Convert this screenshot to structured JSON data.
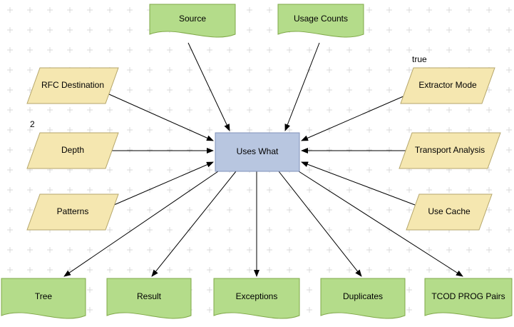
{
  "diagram": {
    "center": {
      "label": "Uses What"
    },
    "sources": [
      {
        "label": "Source"
      },
      {
        "label": "Usage Counts"
      }
    ],
    "left_inputs": [
      {
        "label": "RFC Destination"
      },
      {
        "label": "Depth",
        "annotation": "2"
      },
      {
        "label": "Patterns"
      }
    ],
    "right_inputs": [
      {
        "label": "Extractor Mode",
        "annotation": "true"
      },
      {
        "label": "Transport Analysis"
      },
      {
        "label": "Use Cache"
      }
    ],
    "outputs": [
      {
        "label": "Tree"
      },
      {
        "label": "Result"
      },
      {
        "label": "Exceptions"
      },
      {
        "label": "Duplicates"
      },
      {
        "label": "TCOD PROG Pairs"
      }
    ],
    "colors": {
      "document_fill": "#b4dc8a",
      "document_border": "#7fa848",
      "parallelogram_fill": "#f5e7b0",
      "parallelogram_border": "#b5a66b",
      "process_fill": "#b8c6e0",
      "process_border": "#8193bb",
      "arrow": "#000000",
      "grid": "#d8d8d8"
    }
  }
}
